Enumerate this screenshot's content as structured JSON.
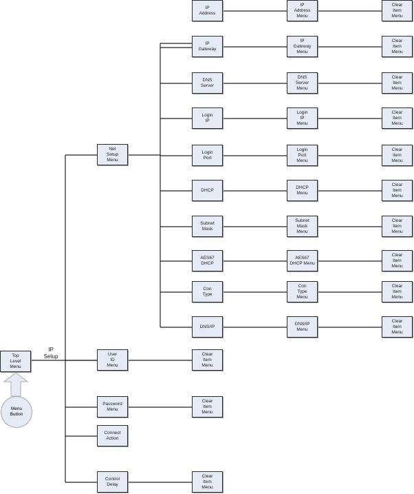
{
  "diagram": {
    "top_level": "Top\nLevel\nMenu",
    "menu_button": "Menu\nButton",
    "ip_setup_label": "IP\nSetup",
    "net_setup": "Net\nSetup\nMenu",
    "net_rows": [
      {
        "item": "IP\nAddress",
        "menu": "IP\nAddress\nMenu",
        "clear": "Clear\nItem\nMenu"
      },
      {
        "item": "IP\nGateway",
        "menu": "IP\nGateway\nMenu",
        "clear": "Clear\nItem\nMenu"
      },
      {
        "item": "DNS\nServer",
        "menu": "DNS\nServer\nMenu",
        "clear": "Clear\nItem\nMenu"
      },
      {
        "item": "Login\nIP",
        "menu": "Login\nIP\nMenu",
        "clear": "Clear\nItem\nMenu"
      },
      {
        "item": "Login\nPort",
        "menu": "Login\nPort\nMenu",
        "clear": "Clear\nItem\nMenu"
      },
      {
        "item": "DHCP",
        "menu": "DHCP\nMenu",
        "clear": "Clear\nItem\nMenu"
      },
      {
        "item": "Subnet\nMask",
        "menu": "Subnet\nMask\nMenu",
        "clear": "Clear\nItem\nMenu"
      },
      {
        "item": "AES67\nDHCP",
        "menu": "AES67\nDHCP Menu",
        "clear": "Clear\nItem\nMenu"
      },
      {
        "item": "Con\nType",
        "menu": "Con\nType\nMenu",
        "clear": "Clear\nItem\nMenu"
      },
      {
        "item": "DNS/IP",
        "menu": "DNS/IP\nMenu",
        "clear": "Clear\nItem\nMenu"
      }
    ],
    "other_rows": [
      {
        "item": "User\nID\nMenu",
        "clear": "Clear\nItem\nMenu"
      },
      {
        "item": "Password\nMenu",
        "clear": "Clear\nItem\nMenu"
      },
      {
        "item": "Connect\nAction",
        "clear": null
      },
      {
        "item": "Control\nDelay",
        "clear": "Clear\nItem\nMenu"
      }
    ]
  }
}
